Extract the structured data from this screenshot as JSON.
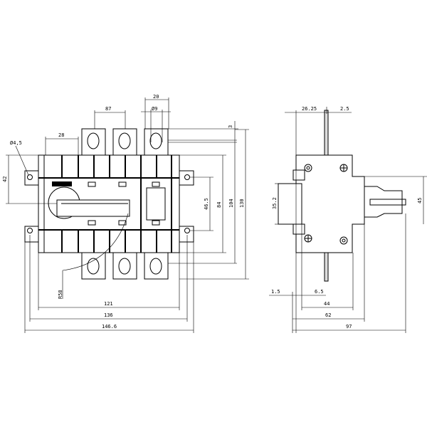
{
  "front_view": {
    "dims": {
      "width_121": "121",
      "width_136": "136",
      "width_146_6": "146.6",
      "height_42": "42",
      "pitch_28": "28",
      "pole_pitch_87": "87",
      "terminal_20": "20",
      "hole_d9": "Ø9",
      "offset_3": "3",
      "mount_hole": "Ø4,5",
      "height_46_5": "46.5",
      "height_84": "84",
      "height_104": "104",
      "height_130": "130",
      "radius_58": "R58"
    }
  },
  "side_view": {
    "dims": {
      "d_26_25": "26.25",
      "d_2_5": "2.5",
      "rail_35_2": "35.2",
      "d_1_5": "1.5",
      "d_6_5": "6.5",
      "depth_44": "44",
      "depth_62": "62",
      "depth_97": "97",
      "height_45": "45"
    }
  }
}
